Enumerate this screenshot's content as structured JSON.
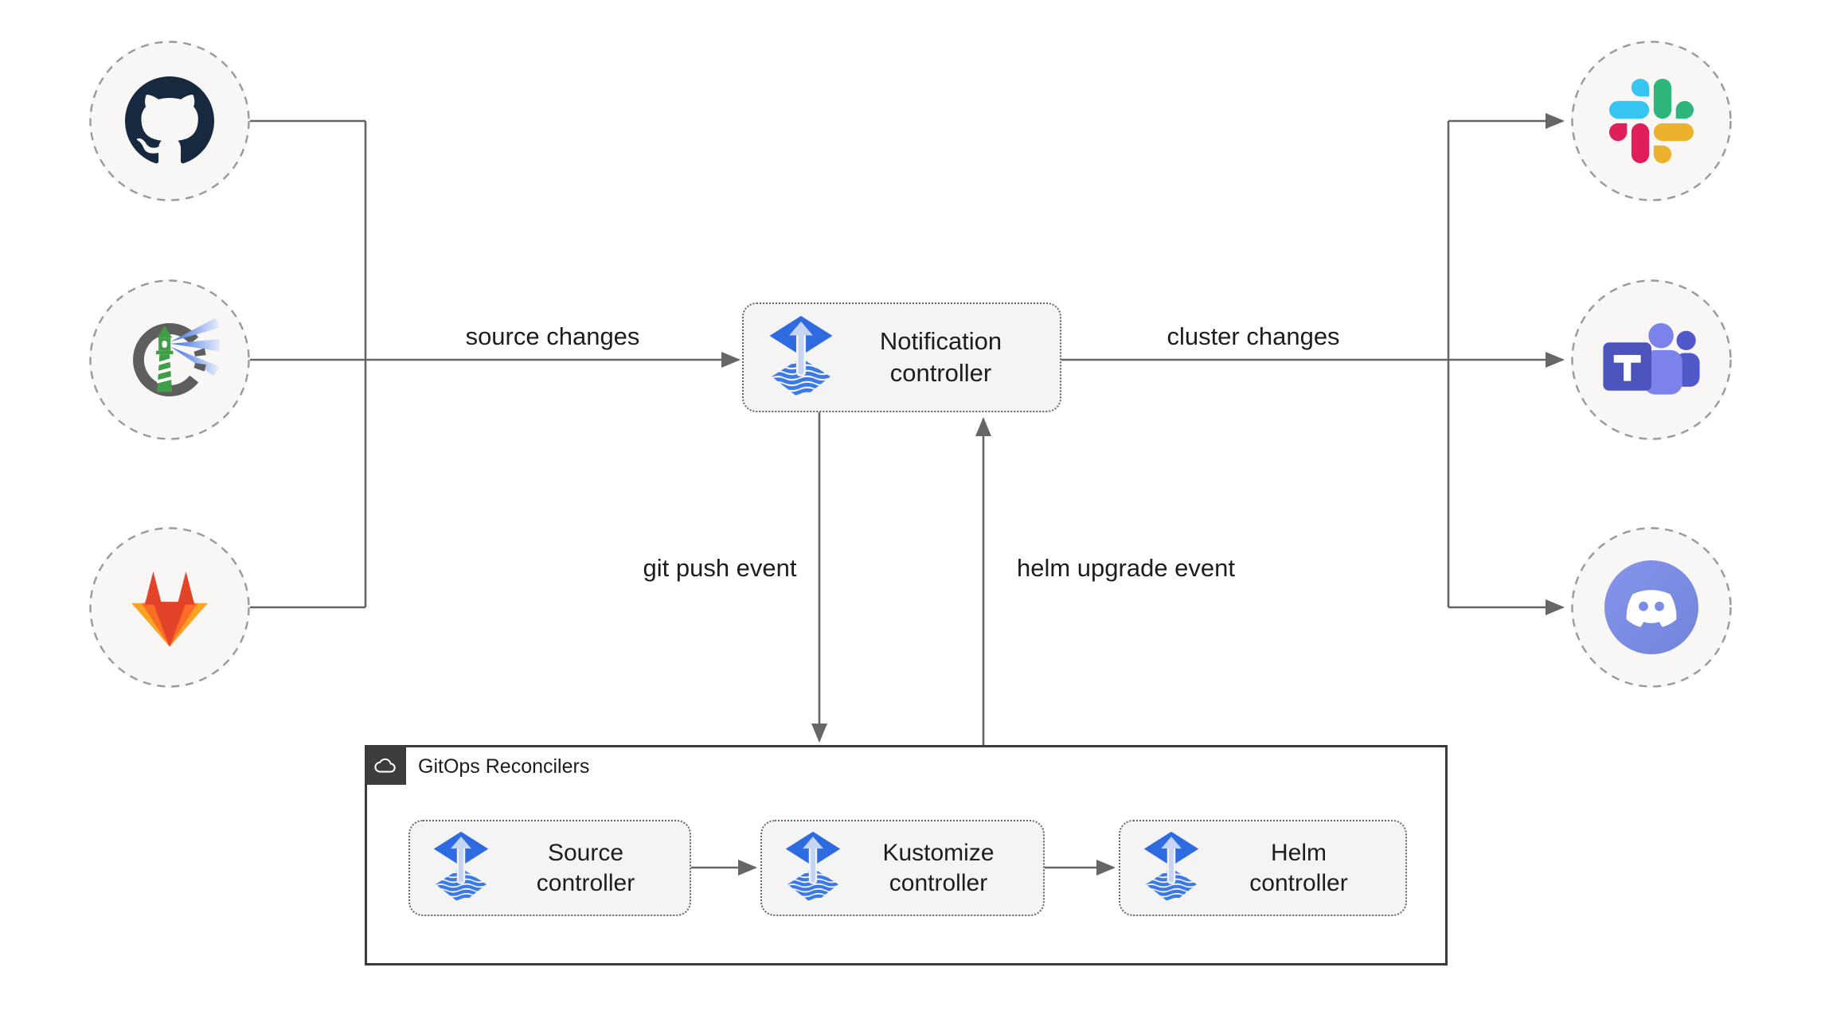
{
  "nodes": {
    "notification": {
      "line1": "Notification",
      "line2": "controller"
    },
    "source": {
      "line1": "Source",
      "line2": "controller"
    },
    "kustomize": {
      "line1": "Kustomize",
      "line2": "controller"
    },
    "helm": {
      "line1": "Helm",
      "line2": "controller"
    }
  },
  "edges": {
    "source_changes": "source changes",
    "cluster_changes": "cluster changes",
    "git_push_event": "git push event",
    "helm_upgrade_event": "helm upgrade event"
  },
  "group": {
    "label": "GitOps Reconcilers"
  },
  "sources": [
    {
      "name": "github"
    },
    {
      "name": "harbor"
    },
    {
      "name": "gitlab"
    }
  ],
  "notifiers": [
    {
      "name": "slack"
    },
    {
      "name": "microsoft-teams"
    },
    {
      "name": "discord"
    }
  ],
  "colors": {
    "line": "#666666",
    "text": "#1d1d1f",
    "node_fill": "#f4f4f5",
    "node_border": "#666666",
    "circle_fill": "#f8f7f5",
    "circle_border": "#9a9a9a",
    "group_border": "#3a3a3a",
    "badge_bg": "#3d3d3d",
    "flux_blue": "#2f6be0",
    "flux_wave": "#3b79e8",
    "flux_arrow": "#c5d5f3",
    "github_navy": "#17293e",
    "harbor_ring": "#5e5e5e",
    "harbor_green": "#3f9e47",
    "gitlab_red": "#e24329",
    "gitlab_orange": "#fc6d26",
    "gitlab_yellow": "#fca326",
    "slack_blue": "#36c5f0",
    "slack_green": "#2eb67d",
    "slack_red": "#e01e5a",
    "slack_yellow": "#ecb22e",
    "teams_light": "#7b83eb",
    "teams_mid": "#5059c9",
    "teams_dark": "#4b53bc",
    "discord_blurple": "#7b8ce4"
  }
}
